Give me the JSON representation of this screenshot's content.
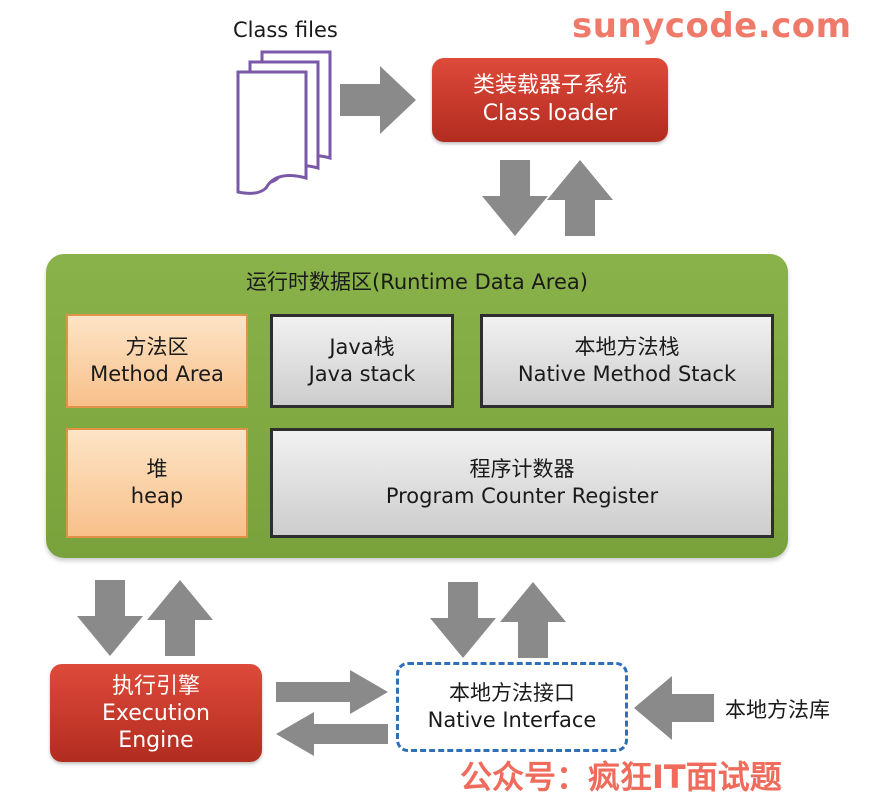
{
  "watermark_site": "sunycode.com",
  "watermark_wechat": "公众号：疯狂IT面试题",
  "class_files": {
    "label": "Class files"
  },
  "class_loader": {
    "zh": "类装载器子系统",
    "en": "Class loader"
  },
  "runtime_area": {
    "title": "运行时数据区(Runtime Data Area)",
    "method_area": {
      "zh": "方法区",
      "en": "Method Area"
    },
    "java_stack": {
      "zh": "Java栈",
      "en": "Java stack"
    },
    "native_method_stack": {
      "zh": "本地方法栈",
      "en": "Native Method Stack"
    },
    "heap": {
      "zh": "堆",
      "en": "heap"
    },
    "program_counter": {
      "zh": "程序计数器",
      "en": "Program Counter Register"
    }
  },
  "execution_engine": {
    "zh": "执行引擎",
    "en1": "Execution",
    "en2": "Engine"
  },
  "native_interface": {
    "zh": "本地方法接口",
    "en": "Native Interface"
  },
  "native_library": {
    "label": "本地方法库"
  },
  "colors": {
    "red_box": "#c8392b",
    "green_area": "#82aa44",
    "orange_box": "#f9c995",
    "gray_box": "#dcdcdc",
    "arrow_gray": "#8a8a8a",
    "dashed_border": "#2f6fb8",
    "file_icon_stroke": "#7a5aa8",
    "watermark": "#f07a6a"
  }
}
